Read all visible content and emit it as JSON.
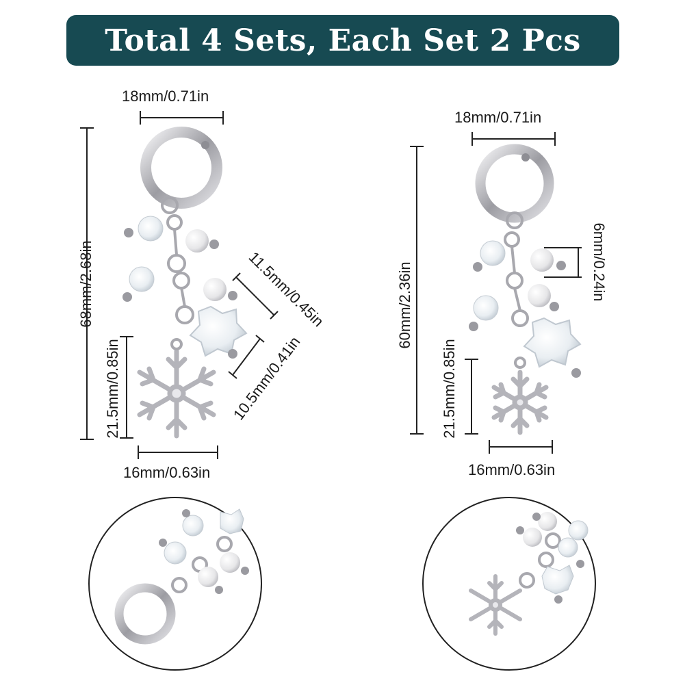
{
  "banner": {
    "title": "Total 4 Sets, Each Set 2 Pcs"
  },
  "left_set": {
    "ring_width": "18mm/0.71in",
    "total_length": "68mm/2.68in",
    "pendant_length": "21.5mm/0.85in",
    "pendant_width": "16mm/0.63in",
    "bead_length": "11.5mm/0.45in",
    "bead_width": "10.5mm/0.41in"
  },
  "right_set": {
    "ring_width": "18mm/0.71in",
    "total_length": "60mm/2.36in",
    "pendant_length": "21.5mm/0.85in",
    "pendant_width": "16mm/0.63in",
    "pearl_size": "6mm/0.24in"
  },
  "colors": {
    "banner": "#174a52",
    "metal": "#c9c9cc",
    "pearl": "#f2f2f2"
  }
}
